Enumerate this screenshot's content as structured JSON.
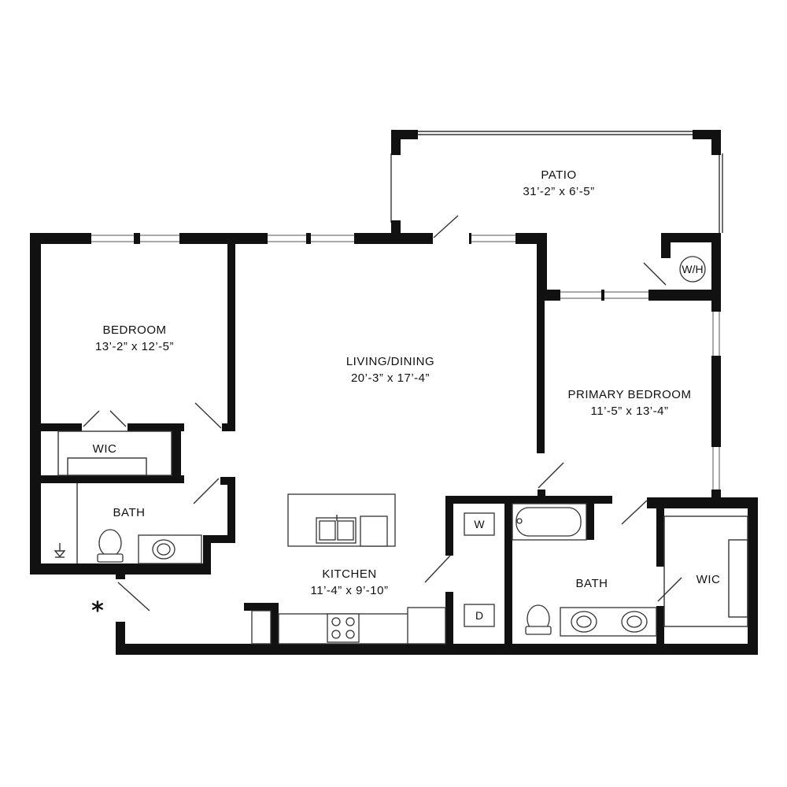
{
  "rooms": {
    "patio": {
      "name": "PATIO",
      "dims": "31’-2” x 6’-5”"
    },
    "bedroom": {
      "name": "BEDROOM",
      "dims": "13’-2” x 12’-5”"
    },
    "living": {
      "name": "LIVING/DINING",
      "dims": "20’-3” x 17’-4”"
    },
    "primary": {
      "name": "PRIMARY BEDROOM",
      "dims": "11’-5” x 13’-4”"
    },
    "kitchen": {
      "name": "KITCHEN",
      "dims": "11’-4” x 9’-10”"
    },
    "wic1": {
      "name": "WIC"
    },
    "bath1": {
      "name": "BATH"
    },
    "bath2": {
      "name": "BATH"
    },
    "wic2": {
      "name": "WIC"
    }
  },
  "fixtures": {
    "water_heater": "W/H",
    "washer": "W",
    "dryer": "D"
  },
  "markers": {
    "asterisk": "*"
  }
}
